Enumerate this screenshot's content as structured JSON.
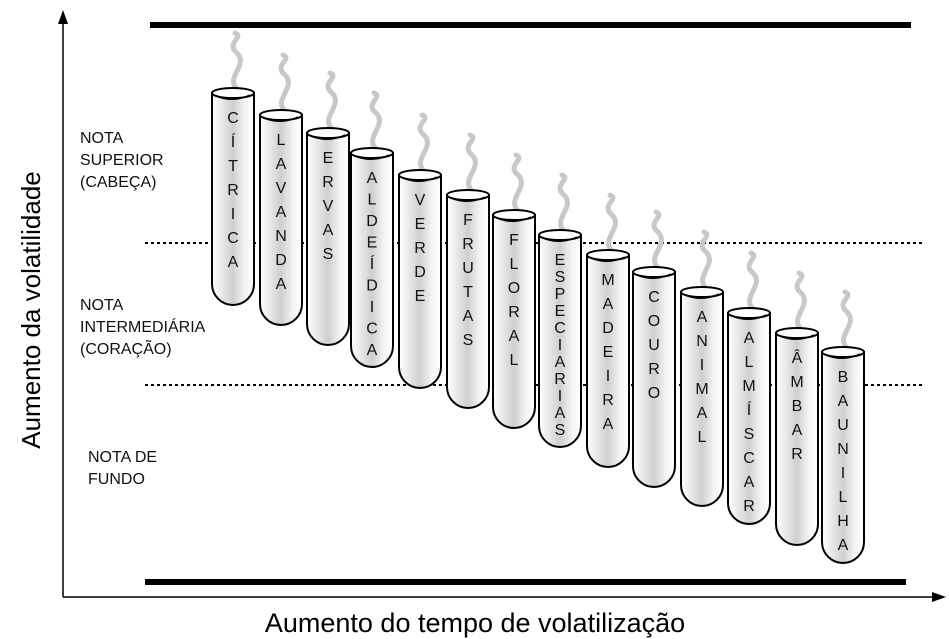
{
  "axes": {
    "x_title": "Aumento do tempo de volatilização",
    "y_title": "Aumento da volatilidade"
  },
  "zones": [
    {
      "id": "top",
      "lines": [
        "NOTA",
        "SUPERIOR",
        "(CABEÇA)"
      ]
    },
    {
      "id": "middle",
      "lines": [
        "NOTA",
        "INTERMEDIÁRIA",
        "(CORAÇÃO)"
      ]
    },
    {
      "id": "base",
      "lines": [
        "NOTA DE",
        "FUNDO"
      ]
    }
  ],
  "tubes": [
    {
      "label": "CÍTRICA"
    },
    {
      "label": "LAVANDA"
    },
    {
      "label": "ERVAS"
    },
    {
      "label": "ALDEÍDICA"
    },
    {
      "label": "VERDE"
    },
    {
      "label": "FRUTAS"
    },
    {
      "label": "FLORAL"
    },
    {
      "label": "ESPECIARIAS"
    },
    {
      "label": "MADEIRA"
    },
    {
      "label": "COURO"
    },
    {
      "label": "ANIMAL"
    },
    {
      "label": "ALMÍSCAR"
    },
    {
      "label": "ÂMBAR"
    },
    {
      "label": "BAUNILHA"
    }
  ],
  "colors": {
    "ink": "#000000",
    "glass_shade": "#d9d9d9",
    "vapor": "#c8c8c8"
  }
}
